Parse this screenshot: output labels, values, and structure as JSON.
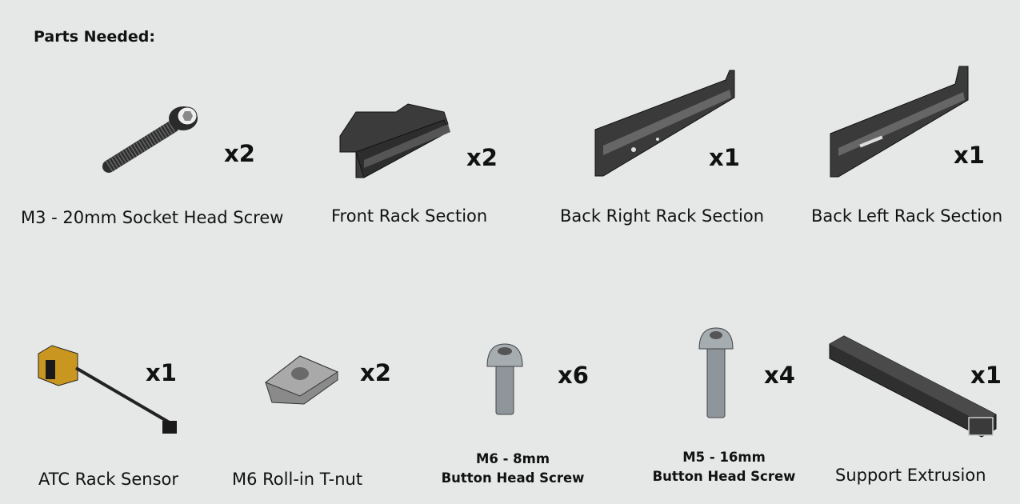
{
  "title": "Parts Needed:",
  "parts": [
    {
      "name": "M3 - 20mm Socket Head Screw",
      "qty": "x2"
    },
    {
      "name": "Front Rack Section",
      "qty": "x2"
    },
    {
      "name": "Back Right Rack Section",
      "qty": "x1"
    },
    {
      "name": "Back Left Rack Section",
      "qty": "x1"
    },
    {
      "name": "ATC Rack Sensor",
      "qty": "x1"
    },
    {
      "name": "M6 Roll-in T-nut",
      "qty": "x2"
    },
    {
      "name_line1": "M6 - 8mm",
      "name_line2": "Button Head Screw",
      "qty": "x6"
    },
    {
      "name_line1": "M5 - 16mm",
      "name_line2": "Button Head Screw",
      "qty": "x4"
    },
    {
      "name": "Support Extrusion",
      "qty": "x1"
    }
  ],
  "colors": {
    "background": "#e6e7e7",
    "sensor": "#c9961f",
    "metal_dark": "#3a3a3a",
    "metal_light": "#9aa0a4"
  }
}
